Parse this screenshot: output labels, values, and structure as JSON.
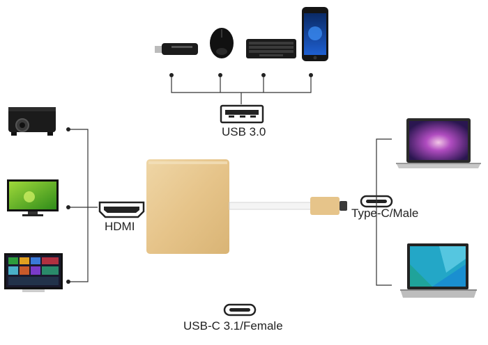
{
  "labels": {
    "usb": "USB 3.0",
    "hdmi": "HDMI",
    "type_c_male": "Type-C/Male",
    "usb_c_female": "USB-C 3.1/Female"
  },
  "colors": {
    "adapter_gold": "#e8c88e",
    "line": "#333333",
    "screen_blue": "#1a8fd0",
    "screen_teal": "#1fa39a"
  },
  "devices": {
    "top": [
      "usb-flash-drive-icon",
      "mouse-icon",
      "keyboard-icon",
      "smartphone-icon"
    ],
    "left": [
      "projector-icon",
      "monitor-icon",
      "smart-tv-icon"
    ],
    "right": [
      "macbook-laptop-icon",
      "chromebook-laptop-icon"
    ]
  }
}
